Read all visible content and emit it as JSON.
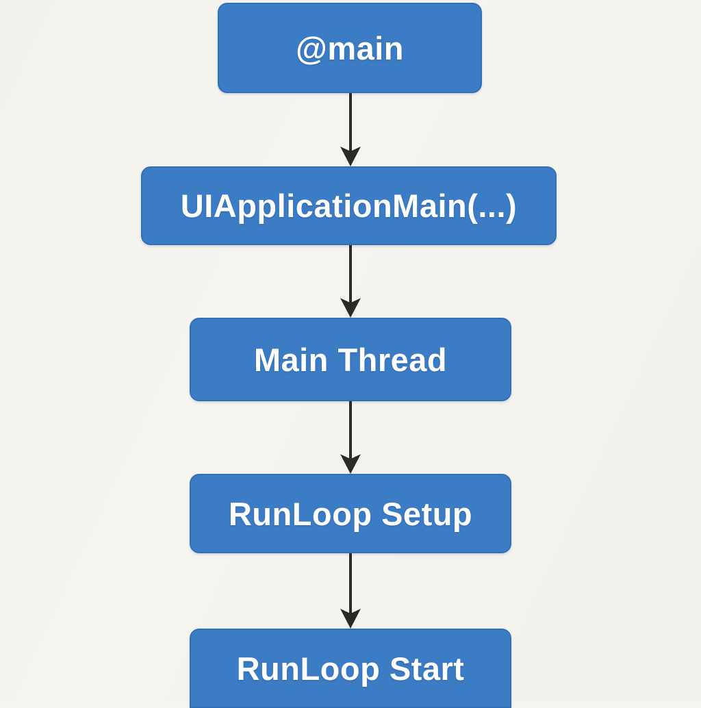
{
  "diagram": {
    "type": "flowchart",
    "orientation": "top-down",
    "nodes": [
      {
        "id": "main",
        "label": "@main"
      },
      {
        "id": "uiapplicationmain",
        "label": "UIApplicationMain(...)"
      },
      {
        "id": "main-thread",
        "label": "Main Thread"
      },
      {
        "id": "runloop-setup",
        "label": "RunLoop Setup"
      },
      {
        "id": "runloop-start",
        "label": "RunLoop Start"
      }
    ],
    "edges": [
      {
        "from": "@main",
        "to": "UIApplicationMain(...)"
      },
      {
        "from": "UIApplicationMain(...)",
        "to": "Main Thread"
      },
      {
        "from": "Main Thread",
        "to": "RunLoop Setup"
      },
      {
        "from": "RunLoop Setup",
        "to": "RunLoop Start"
      }
    ],
    "colors": {
      "background": "#f5f4ef",
      "node_fill": "#3c7cc5",
      "node_border": "#3070b8",
      "node_text": "#ffffff",
      "arrow": "#2a2a2a"
    }
  }
}
